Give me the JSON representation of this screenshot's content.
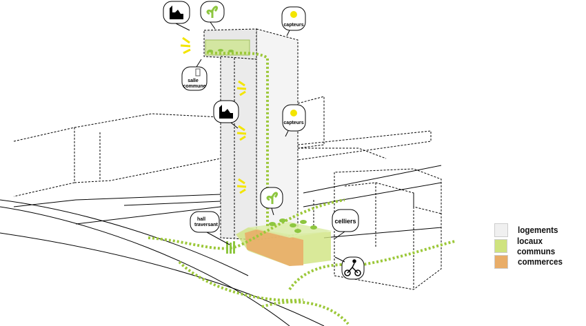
{
  "labels": {
    "capteurs_top": "capteurs",
    "capteurs_mid": "capteurs",
    "salle_commune_1": "salle",
    "salle_commune_2": "commune",
    "hall_1": "hall",
    "hall_2": "traversant",
    "celliers": "celliers"
  },
  "legend": [
    {
      "label": "logements",
      "color": "#f0f0f0"
    },
    {
      "label": "locaux communs",
      "color": "#cfe37f"
    },
    {
      "label": "commerces",
      "color": "#e9ad68"
    }
  ],
  "colors": {
    "green_path": "#9cc83a",
    "sun": "#f3e500",
    "line": "#000000"
  }
}
